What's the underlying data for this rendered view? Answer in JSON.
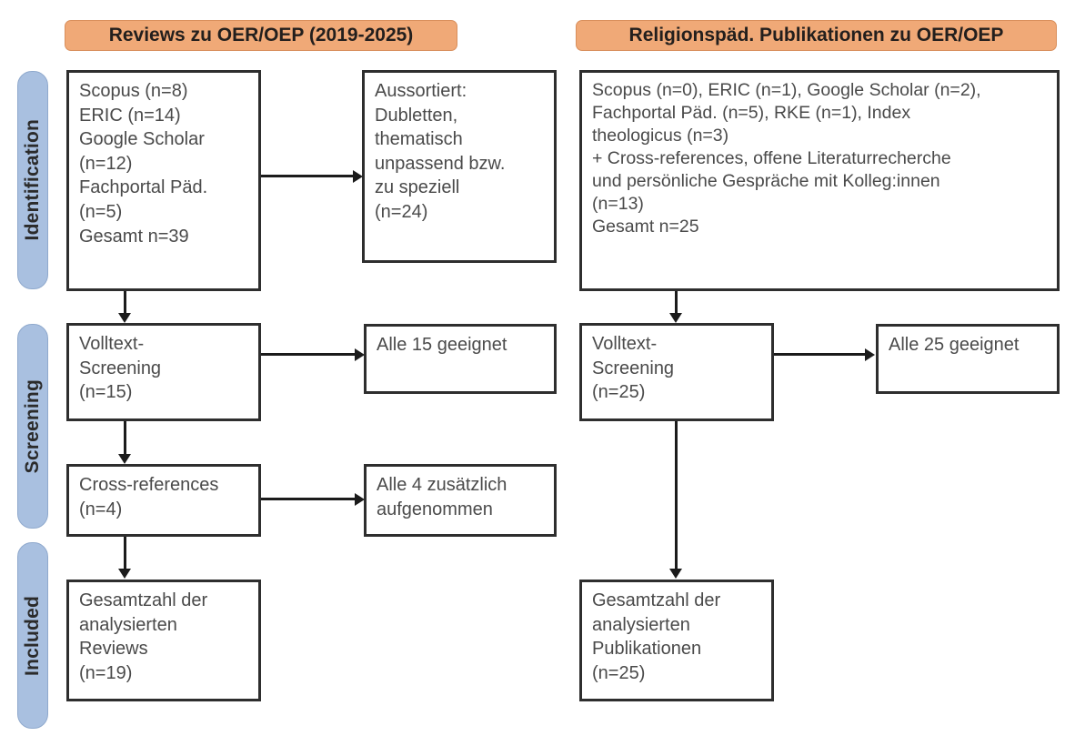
{
  "figure": {
    "type": "prisma-flow-diagram",
    "columns": [
      {
        "id": "reviews",
        "header": "Reviews zu OER/OEP (2019-2025)"
      },
      {
        "id": "religionspaed",
        "header": "Religionspäd. Publikationen zu OER/OEP"
      }
    ],
    "phases": [
      {
        "id": "identification",
        "label": "Identification"
      },
      {
        "id": "screening",
        "label": "Screening"
      },
      {
        "id": "included",
        "label": "Included"
      }
    ],
    "colors": {
      "header_fill": "#f0a977",
      "header_border": "#d98f5c",
      "phase_fill": "#a9c0e0",
      "phase_border": "#8fa9cd",
      "box_border": "#2e2e2e",
      "box_fill": "#ffffff",
      "text": "#4a4a4a",
      "connector": "#1b1b1b"
    }
  },
  "boxes": {
    "left_sources": "Scopus (n=8)\nERIC (n=14)\nGoogle Scholar\n(n=12)\nFachportal Päd.\n(n=5)\nGesamt n=39",
    "left_excluded": "Aussortiert:\nDubletten,\nthematisch\nunpassend bzw.\nzu speziell\n(n=24)",
    "left_fulltext": "Volltext-\nScreening\n(n=15)",
    "left_fulltext_result": "Alle 15 geeignet",
    "left_crossrefs": "Cross-references\n(n=4)",
    "left_crossrefs_result": "Alle 4 zusätzlich\naufgenommen",
    "left_included": "Gesamtzahl der\nanalysierten\nReviews\n(n=19)",
    "right_sources": "Scopus (n=0), ERIC (n=1), Google Scholar (n=2),\nFachportal Päd. (n=5), RKE (n=1), Index\ntheologicus (n=3)\n+ Cross-references, offene Literaturrecherche\nund persönliche Gespräche mit Kolleg:innen\n(n=13)\nGesamt n=25",
    "right_fulltext": "Volltext-\nScreening\n(n=25)",
    "right_fulltext_result": "Alle 25 geeignet",
    "right_included": "Gesamtzahl der\nanalysierten\nPublikationen\n(n=25)"
  },
  "chart_data": {
    "type": "table",
    "title": "PRISMA Flow: Reviews und religionspädagogische Publikationen zu OER/OEP",
    "series": [
      {
        "name": "Reviews zu OER/OEP (2019-2025)",
        "identification": {
          "sources": [
            {
              "label": "Scopus",
              "n": 8
            },
            {
              "label": "ERIC",
              "n": 14
            },
            {
              "label": "Google Scholar",
              "n": 12
            },
            {
              "label": "Fachportal Päd.",
              "n": 5
            }
          ],
          "total": 39,
          "excluded": {
            "reasons": "Dubletten, thematisch unpassend bzw. zu speziell",
            "n": 24
          }
        },
        "screening": {
          "fulltext_screening_n": 15,
          "fulltext_result": "Alle 15 geeignet",
          "cross_references_n": 4,
          "cross_references_result": "Alle 4 zusätzlich aufgenommen"
        },
        "included": {
          "label": "Gesamtzahl der analysierten Reviews",
          "n": 19
        }
      },
      {
        "name": "Religionspäd. Publikationen zu OER/OEP",
        "identification": {
          "sources": [
            {
              "label": "Scopus",
              "n": 0
            },
            {
              "label": "ERIC",
              "n": 1
            },
            {
              "label": "Google Scholar",
              "n": 2
            },
            {
              "label": "Fachportal Päd.",
              "n": 5
            },
            {
              "label": "RKE",
              "n": 1
            },
            {
              "label": "Index theologicus",
              "n": 3
            },
            {
              "label": "Cross-references, offene Literaturrecherche und persönliche Gespräche mit Kolleg:innen",
              "n": 13
            }
          ],
          "total": 25,
          "excluded": null
        },
        "screening": {
          "fulltext_screening_n": 25,
          "fulltext_result": "Alle 25 geeignet",
          "cross_references_n": null,
          "cross_references_result": null
        },
        "included": {
          "label": "Gesamtzahl der analysierten Publikationen",
          "n": 25
        }
      }
    ]
  }
}
